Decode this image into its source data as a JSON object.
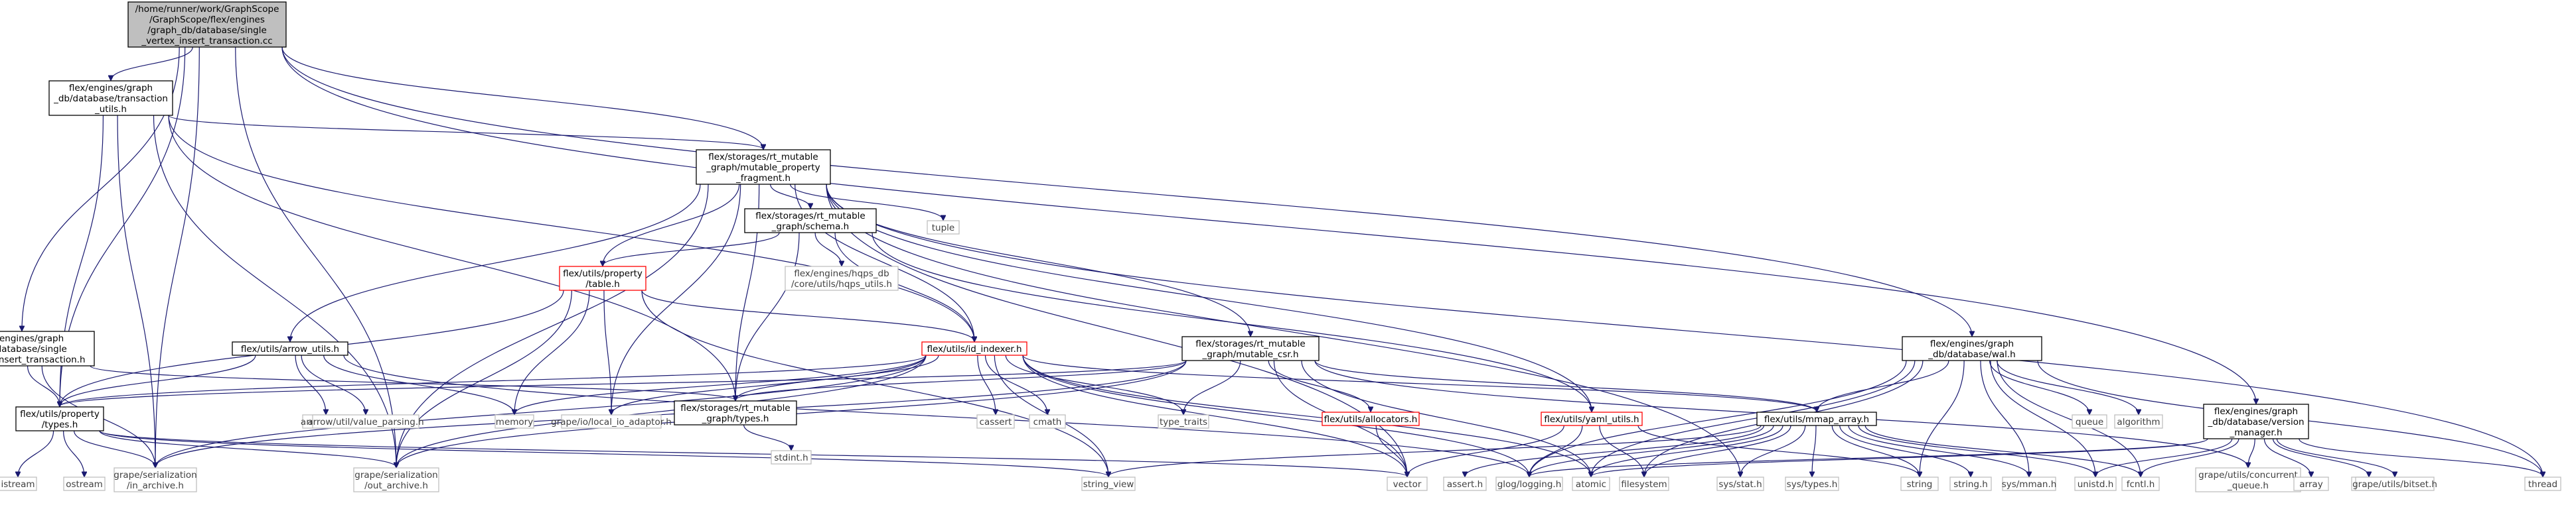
{
  "graph": {
    "nodes": [
      {
        "id": "root",
        "lines": [
          "/home/runner/work/GraphScope",
          "/GraphScope/flex/engines",
          "/graph_db/database/single",
          "_vertex_insert_transaction.cc"
        ],
        "style": "root"
      },
      {
        "id": "tu",
        "lines": [
          "flex/engines/graph",
          "_db/database/transaction",
          "_utils.h"
        ],
        "style": "normal"
      },
      {
        "id": "mpf",
        "lines": [
          "flex/storages/rt_mutable",
          "_graph/mutable_property",
          "_fragment.h"
        ],
        "style": "normal"
      },
      {
        "id": "svit",
        "lines": [
          "flex/engines/graph",
          "_db/database/single",
          "_vertex_insert_transaction.h"
        ],
        "style": "normal"
      },
      {
        "id": "wal",
        "lines": [
          "flex/engines/graph",
          "_db/database/wal.h"
        ],
        "style": "normal"
      },
      {
        "id": "vm",
        "lines": [
          "flex/engines/graph",
          "_db/database/version",
          "_manager.h"
        ],
        "style": "normal"
      },
      {
        "id": "schema",
        "lines": [
          "flex/storages/rt_mutable",
          "_graph/schema.h"
        ],
        "style": "normal"
      },
      {
        "id": "tuple",
        "lines": [
          "tuple"
        ],
        "style": "gray"
      },
      {
        "id": "ptable",
        "lines": [
          "flex/utils/property",
          "/table.h"
        ],
        "style": "red"
      },
      {
        "id": "hqps",
        "lines": [
          "flex/engines/hqps_db",
          "/core/utils/hqps_utils.h"
        ],
        "style": "gray"
      },
      {
        "id": "arrowutils",
        "lines": [
          "flex/utils/arrow_utils.h"
        ],
        "style": "normal"
      },
      {
        "id": "idx",
        "lines": [
          "flex/utils/id_indexer.h"
        ],
        "style": "red"
      },
      {
        "id": "csr",
        "lines": [
          "flex/storages/rt_mutable",
          "_graph/mutable_csr.h"
        ],
        "style": "normal"
      },
      {
        "id": "yaml",
        "lines": [
          "flex/utils/yaml_utils.h"
        ],
        "style": "red"
      },
      {
        "id": "mmap",
        "lines": [
          "flex/utils/mmap_array.h"
        ],
        "style": "normal"
      },
      {
        "id": "ptypes",
        "lines": [
          "flex/utils/property",
          "/types.h"
        ],
        "style": "normal"
      },
      {
        "id": "gtypes",
        "lines": [
          "flex/storages/rt_mutable",
          "_graph/types.h"
        ],
        "style": "normal"
      },
      {
        "id": "alloc",
        "lines": [
          "flex/utils/allocators.h"
        ],
        "style": "red"
      },
      {
        "id": "queue",
        "lines": [
          "queue"
        ],
        "style": "gray"
      },
      {
        "id": "algorithm",
        "lines": [
          "algorithm"
        ],
        "style": "gray"
      },
      {
        "id": "arrowapi",
        "lines": [
          "arrow/api.h"
        ],
        "style": "gray"
      },
      {
        "id": "valparse",
        "lines": [
          "arrow/util/value_parsing.h"
        ],
        "style": "gray"
      },
      {
        "id": "memory",
        "lines": [
          "memory"
        ],
        "style": "gray"
      },
      {
        "id": "ioadaptor",
        "lines": [
          "grape/io/local_io_adaptor.h"
        ],
        "style": "gray"
      },
      {
        "id": "cassert",
        "lines": [
          "cassert"
        ],
        "style": "gray"
      },
      {
        "id": "cmath",
        "lines": [
          "cmath"
        ],
        "style": "gray"
      },
      {
        "id": "typetraits",
        "lines": [
          "type_traits"
        ],
        "style": "gray"
      },
      {
        "id": "istream",
        "lines": [
          "istream"
        ],
        "style": "gray"
      },
      {
        "id": "ostream",
        "lines": [
          "ostream"
        ],
        "style": "gray"
      },
      {
        "id": "inarchive",
        "lines": [
          "grape/serialization",
          "/in_archive.h"
        ],
        "style": "gray"
      },
      {
        "id": "outarchive",
        "lines": [
          "grape/serialization",
          "/out_archive.h"
        ],
        "style": "gray"
      },
      {
        "id": "stringview",
        "lines": [
          "string_view"
        ],
        "style": "gray"
      },
      {
        "id": "stdint",
        "lines": [
          "stdint.h"
        ],
        "style": "gray"
      },
      {
        "id": "vector",
        "lines": [
          "vector"
        ],
        "style": "gray"
      },
      {
        "id": "asserth",
        "lines": [
          "assert.h"
        ],
        "style": "gray"
      },
      {
        "id": "glog",
        "lines": [
          "glog/logging.h"
        ],
        "style": "gray"
      },
      {
        "id": "atomic",
        "lines": [
          "atomic"
        ],
        "style": "gray"
      },
      {
        "id": "filesystem",
        "lines": [
          "filesystem"
        ],
        "style": "gray"
      },
      {
        "id": "sysstat",
        "lines": [
          "sys/stat.h"
        ],
        "style": "gray"
      },
      {
        "id": "systypes",
        "lines": [
          "sys/types.h"
        ],
        "style": "gray"
      },
      {
        "id": "string",
        "lines": [
          "string"
        ],
        "style": "gray"
      },
      {
        "id": "stringh",
        "lines": [
          "string.h"
        ],
        "style": "gray"
      },
      {
        "id": "sysmman",
        "lines": [
          "sys/mman.h"
        ],
        "style": "gray"
      },
      {
        "id": "unistd",
        "lines": [
          "unistd.h"
        ],
        "style": "gray"
      },
      {
        "id": "fcntl",
        "lines": [
          "fcntl.h"
        ],
        "style": "gray"
      },
      {
        "id": "concqueue",
        "lines": [
          "grape/utils/concurrent",
          "_queue.h"
        ],
        "style": "gray"
      },
      {
        "id": "array",
        "lines": [
          "array"
        ],
        "style": "gray"
      },
      {
        "id": "bitset",
        "lines": [
          "bitset"
        ],
        "style": "gray"
      },
      {
        "id": "grapebitset",
        "lines": [
          "grape/utils/bitset.h"
        ],
        "style": "gray"
      },
      {
        "id": "thread",
        "lines": [
          "thread"
        ],
        "style": "gray"
      }
    ],
    "edges": [
      [
        "root",
        "tu"
      ],
      [
        "root",
        "mpf"
      ],
      [
        "root",
        "svit"
      ],
      [
        "root",
        "wal"
      ],
      [
        "root",
        "vm"
      ],
      [
        "root",
        "ptypes"
      ],
      [
        "root",
        "inarchive"
      ],
      [
        "root",
        "outarchive"
      ],
      [
        "tu",
        "mpf"
      ],
      [
        "tu",
        "ptypes"
      ],
      [
        "tu",
        "gtypes"
      ],
      [
        "tu",
        "inarchive"
      ],
      [
        "tu",
        "outarchive"
      ],
      [
        "tu",
        "idx"
      ],
      [
        "svit",
        "ptypes"
      ],
      [
        "svit",
        "gtypes"
      ],
      [
        "svit",
        "inarchive"
      ],
      [
        "mpf",
        "schema"
      ],
      [
        "mpf",
        "tuple"
      ],
      [
        "mpf",
        "ptable"
      ],
      [
        "mpf",
        "arrowutils"
      ],
      [
        "mpf",
        "idx"
      ],
      [
        "mpf",
        "csr"
      ],
      [
        "mpf",
        "yaml"
      ],
      [
        "mpf",
        "gtypes"
      ],
      [
        "mpf",
        "ioadaptor"
      ],
      [
        "mpf",
        "outarchive"
      ],
      [
        "mpf",
        "vector"
      ],
      [
        "mpf",
        "sysstat"
      ],
      [
        "mpf",
        "thread"
      ],
      [
        "schema",
        "ptable"
      ],
      [
        "schema",
        "hqps"
      ],
      [
        "schema",
        "idx"
      ],
      [
        "schema",
        "gtypes"
      ],
      [
        "schema",
        "yaml"
      ],
      [
        "ptable",
        "idx"
      ],
      [
        "ptable",
        "ptypes"
      ],
      [
        "ptable",
        "memory"
      ],
      [
        "ptable",
        "ioadaptor"
      ],
      [
        "ptable",
        "outarchive"
      ],
      [
        "ptable",
        "stringview"
      ],
      [
        "arrowutils",
        "ptypes"
      ],
      [
        "arrowutils",
        "arrowapi"
      ],
      [
        "arrowutils",
        "valparse"
      ],
      [
        "arrowutils",
        "memory"
      ],
      [
        "arrowutils",
        "glog"
      ],
      [
        "idx",
        "ptypes"
      ],
      [
        "idx",
        "memory"
      ],
      [
        "idx",
        "ioadaptor"
      ],
      [
        "idx",
        "cassert"
      ],
      [
        "idx",
        "cmath"
      ],
      [
        "idx",
        "typetraits"
      ],
      [
        "idx",
        "mmap"
      ],
      [
        "idx",
        "inarchive"
      ],
      [
        "idx",
        "outarchive"
      ],
      [
        "idx",
        "stringview"
      ],
      [
        "idx",
        "vector"
      ],
      [
        "idx",
        "glog"
      ],
      [
        "idx",
        "atomic"
      ],
      [
        "idx",
        "gtypes"
      ],
      [
        "csr",
        "mmap"
      ],
      [
        "csr",
        "alloc"
      ],
      [
        "csr",
        "ptypes"
      ],
      [
        "csr",
        "gtypes"
      ],
      [
        "csr",
        "typetraits"
      ],
      [
        "csr",
        "atomic"
      ],
      [
        "csr",
        "vector"
      ],
      [
        "csr",
        "concqueue"
      ],
      [
        "csr",
        "inarchive"
      ],
      [
        "csr",
        "outarchive"
      ],
      [
        "yaml",
        "vector"
      ],
      [
        "yaml",
        "filesystem"
      ],
      [
        "yaml",
        "string"
      ],
      [
        "yaml",
        "glog"
      ],
      [
        "mmap",
        "asserth"
      ],
      [
        "mmap",
        "fcntl"
      ],
      [
        "mmap",
        "sysmman"
      ],
      [
        "mmap",
        "unistd"
      ],
      [
        "mmap",
        "sysstat"
      ],
      [
        "mmap",
        "systypes"
      ],
      [
        "mmap",
        "string"
      ],
      [
        "mmap",
        "stringh"
      ],
      [
        "mmap",
        "glog"
      ],
      [
        "mmap",
        "atomic"
      ],
      [
        "mmap",
        "filesystem"
      ],
      [
        "mmap",
        "stringview"
      ],
      [
        "alloc",
        "vector"
      ],
      [
        "ptypes",
        "istream"
      ],
      [
        "ptypes",
        "ostream"
      ],
      [
        "ptypes",
        "inarchive"
      ],
      [
        "ptypes",
        "outarchive"
      ],
      [
        "ptypes",
        "stringview"
      ],
      [
        "ptypes",
        "vector"
      ],
      [
        "gtypes",
        "stdint"
      ],
      [
        "wal",
        "mmap"
      ],
      [
        "wal",
        "queue"
      ],
      [
        "wal",
        "algorithm"
      ],
      [
        "wal",
        "thread"
      ],
      [
        "wal",
        "fcntl"
      ],
      [
        "wal",
        "unistd"
      ],
      [
        "wal",
        "sysmman"
      ],
      [
        "wal",
        "string"
      ],
      [
        "wal",
        "glog"
      ],
      [
        "wal",
        "atomic"
      ],
      [
        "wal",
        "filesystem"
      ],
      [
        "vm",
        "array"
      ],
      [
        "vm",
        "bitset"
      ],
      [
        "vm",
        "grapebitset"
      ],
      [
        "vm",
        "thread"
      ],
      [
        "vm",
        "concqueue"
      ],
      [
        "vm",
        "atomic"
      ],
      [
        "vm",
        "glog"
      ],
      [
        "vm",
        "fcntl"
      ],
      [
        "vm",
        "unistd"
      ]
    ]
  },
  "colors": {
    "edge": "#191970",
    "border_normal": "#000000",
    "border_gray": "#bfbfbf",
    "border_red": "#ff0000",
    "fill_root": "#bfbfbf",
    "fill": "#ffffff",
    "text_gray": "#404040"
  }
}
